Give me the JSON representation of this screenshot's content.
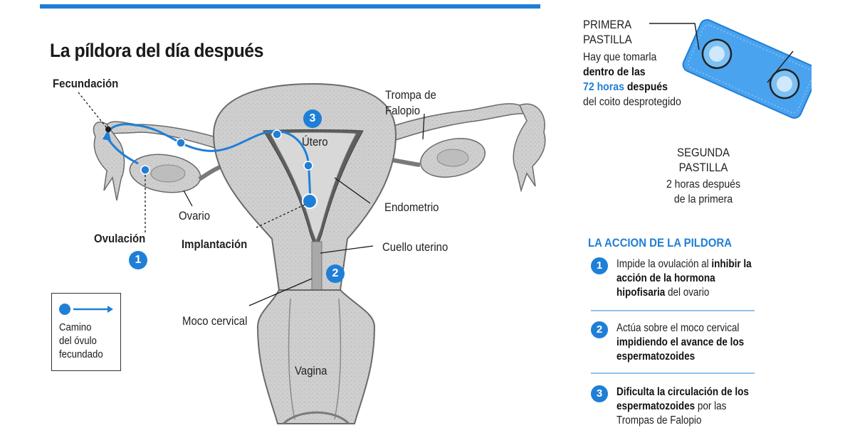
{
  "title": "La píldora del día después",
  "colors": {
    "accent": "#1f7fd6",
    "anatomy": "#c9c9c9",
    "anatomy_dark": "#6a6a6a"
  },
  "diagram": {
    "fecundacion": "Fecundación",
    "trompa_1": "Trompa de",
    "trompa_2": "Falopio",
    "utero": "Útero",
    "ovario": "Ovario",
    "endometrio": "Endometrio",
    "ovulacion": "Ovulación",
    "implantacion": "Implantación",
    "cuello": "Cuello uterino",
    "moco": "Moco cervical",
    "vagina": "Vagina",
    "badge_1": "1",
    "badge_2": "2",
    "badge_3": "3"
  },
  "legend": {
    "line1": "Camino",
    "line2": "del óvulo",
    "line3": "fecundado"
  },
  "primera": {
    "title1": "PRIMERA",
    "title2": "PASTILLA",
    "d1": "Hay que tomarla",
    "d2": "dentro de las",
    "d3a": "72 horas",
    "d3b": " después",
    "d4": "del coito desprotegido"
  },
  "segunda": {
    "title1": "SEGUNDA",
    "title2": "PASTILLA",
    "d1": "2 horas después",
    "d2": "de la primera"
  },
  "accion": {
    "title": "LA ACCION DE LA PILDORA",
    "items": [
      {
        "num": "1",
        "a": "Impide la ovulación al ",
        "b": "inhibir la acción de la hormona hipofisaria",
        "c": " del ovario"
      },
      {
        "num": "2",
        "a": "Actúa sobre el moco cervical ",
        "b": "impidiendo el avance de los espermatozoides",
        "c": ""
      },
      {
        "num": "3",
        "a": "",
        "b": "Dificulta la circulación de los espermatozoides",
        "c": " por las Trompas de Falopio"
      }
    ]
  }
}
